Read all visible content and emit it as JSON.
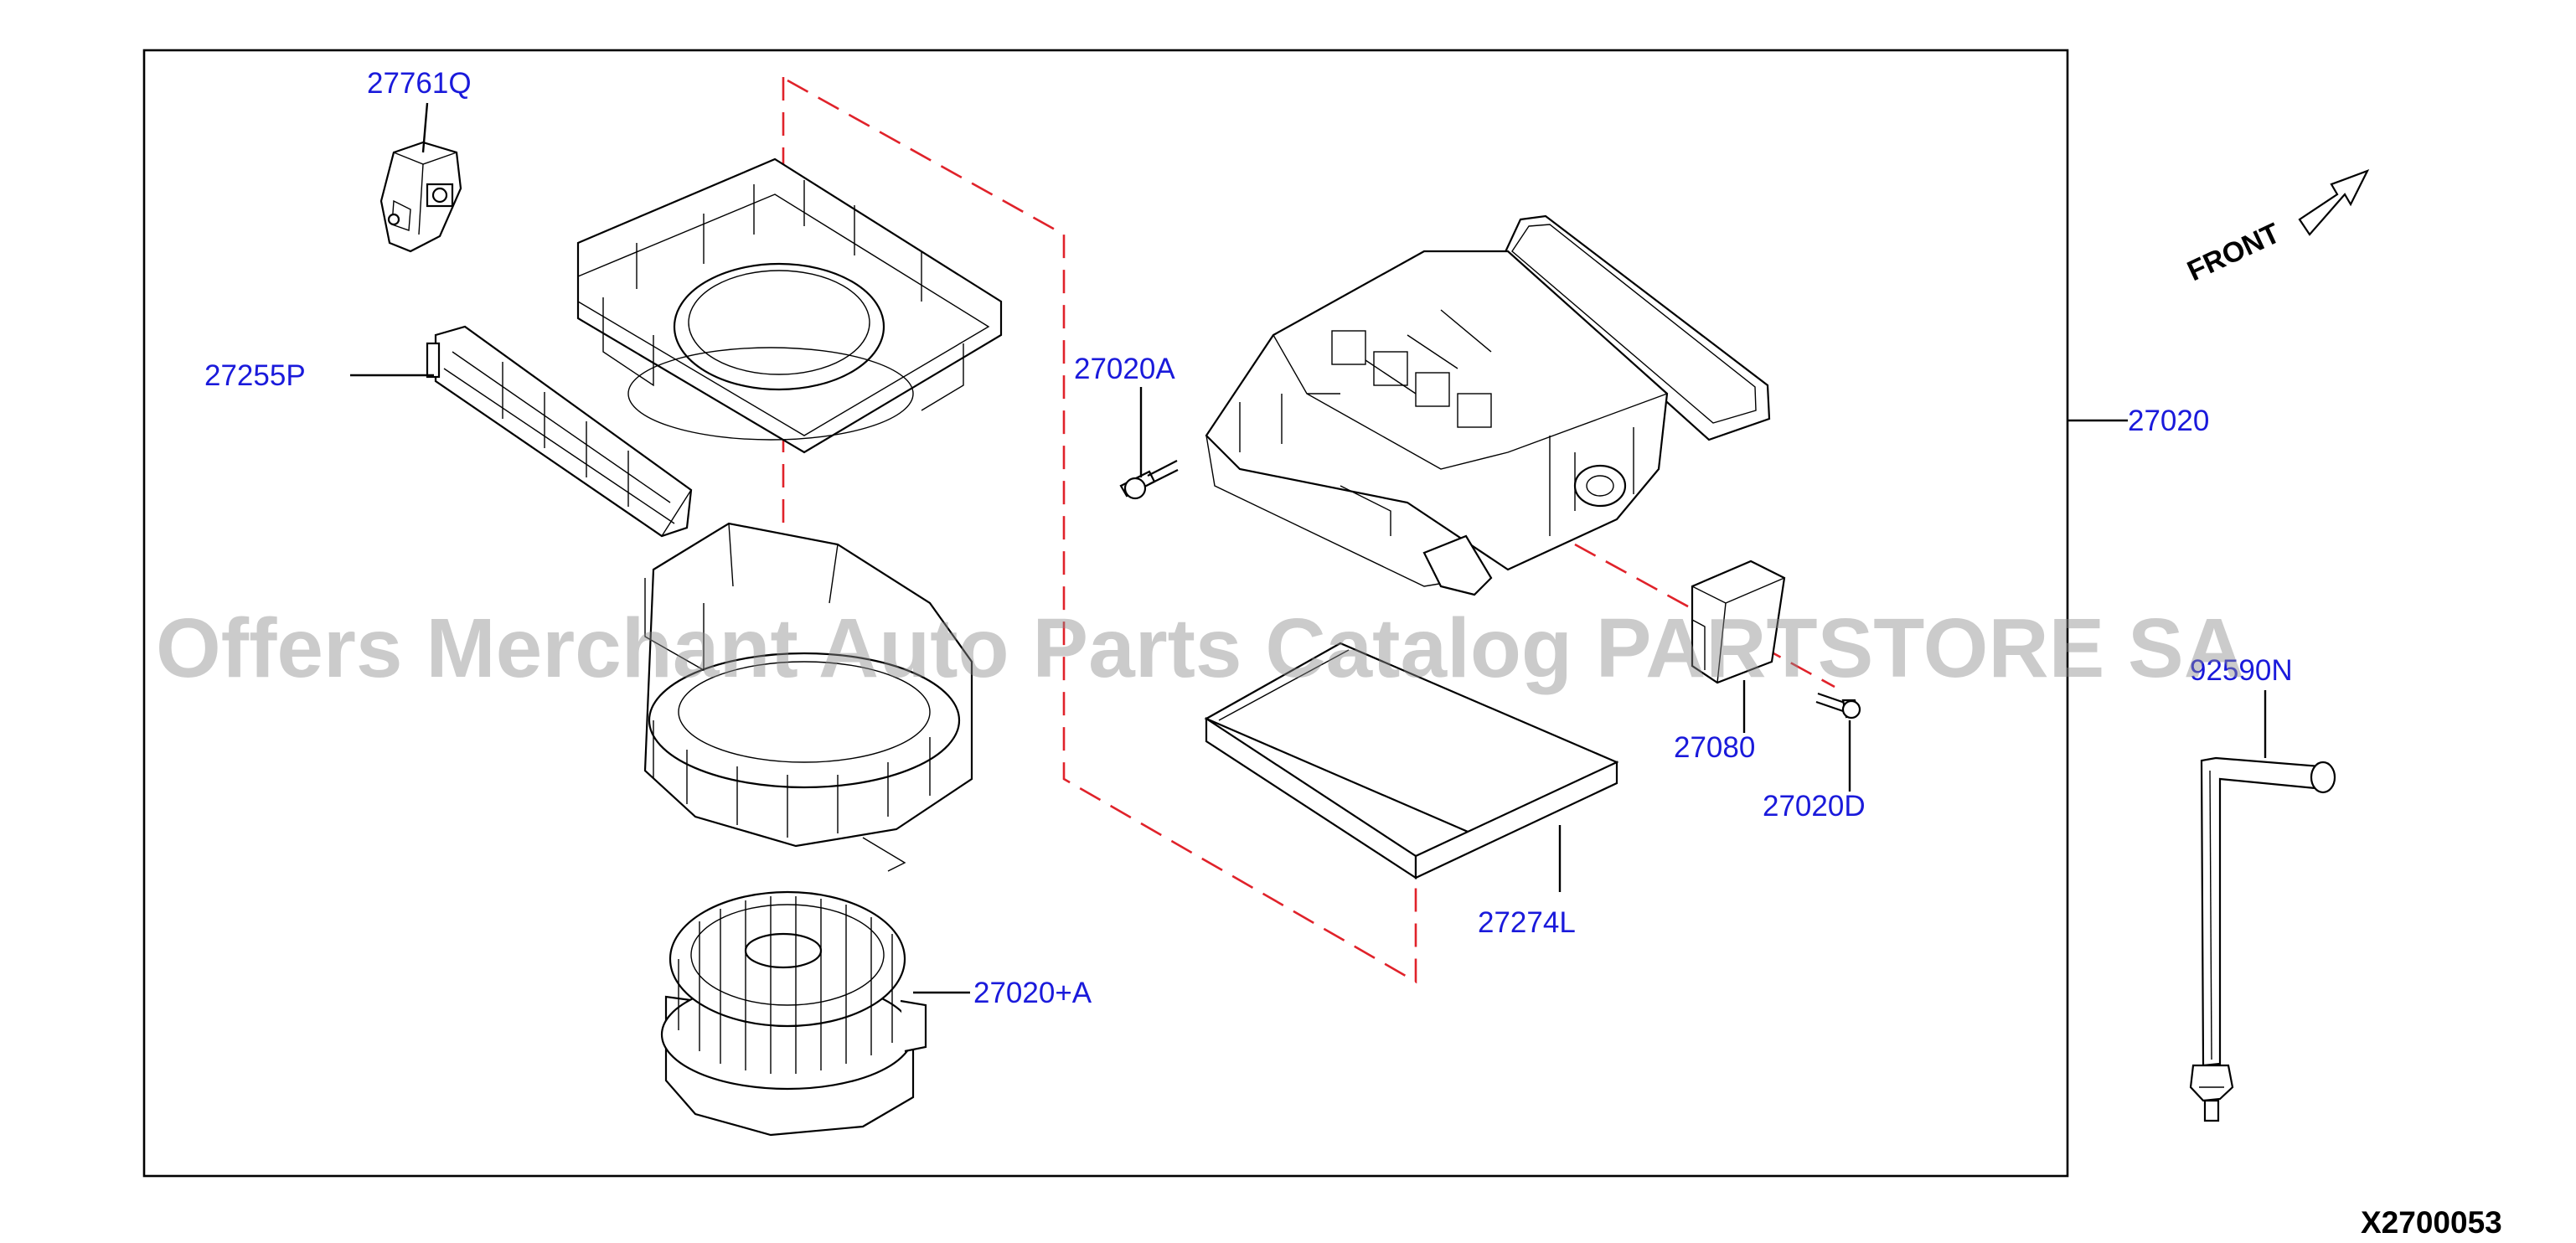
{
  "diagram": {
    "parts": [
      {
        "id": "actuator",
        "label": "27761Q"
      },
      {
        "id": "filter-cover",
        "label": "27255P"
      },
      {
        "id": "screw-a",
        "label": "27020A"
      },
      {
        "id": "heater-unit",
        "label": "27020"
      },
      {
        "id": "resistor",
        "label": "27080"
      },
      {
        "id": "screw-d",
        "label": "27020D"
      },
      {
        "id": "air-filter",
        "label": "27274L"
      },
      {
        "id": "blower-motor",
        "label": "27020+A"
      },
      {
        "id": "drain-hose",
        "label": "92590N"
      }
    ],
    "front_label": "FRONT",
    "reference_code": "X2700053",
    "watermark": "Offers Merchant Auto Parts Catalog PARTSTORE SA"
  },
  "colors": {
    "label": "#1a1adb",
    "dashed_line": "#e0222a",
    "watermark": "#8c8c8c"
  }
}
